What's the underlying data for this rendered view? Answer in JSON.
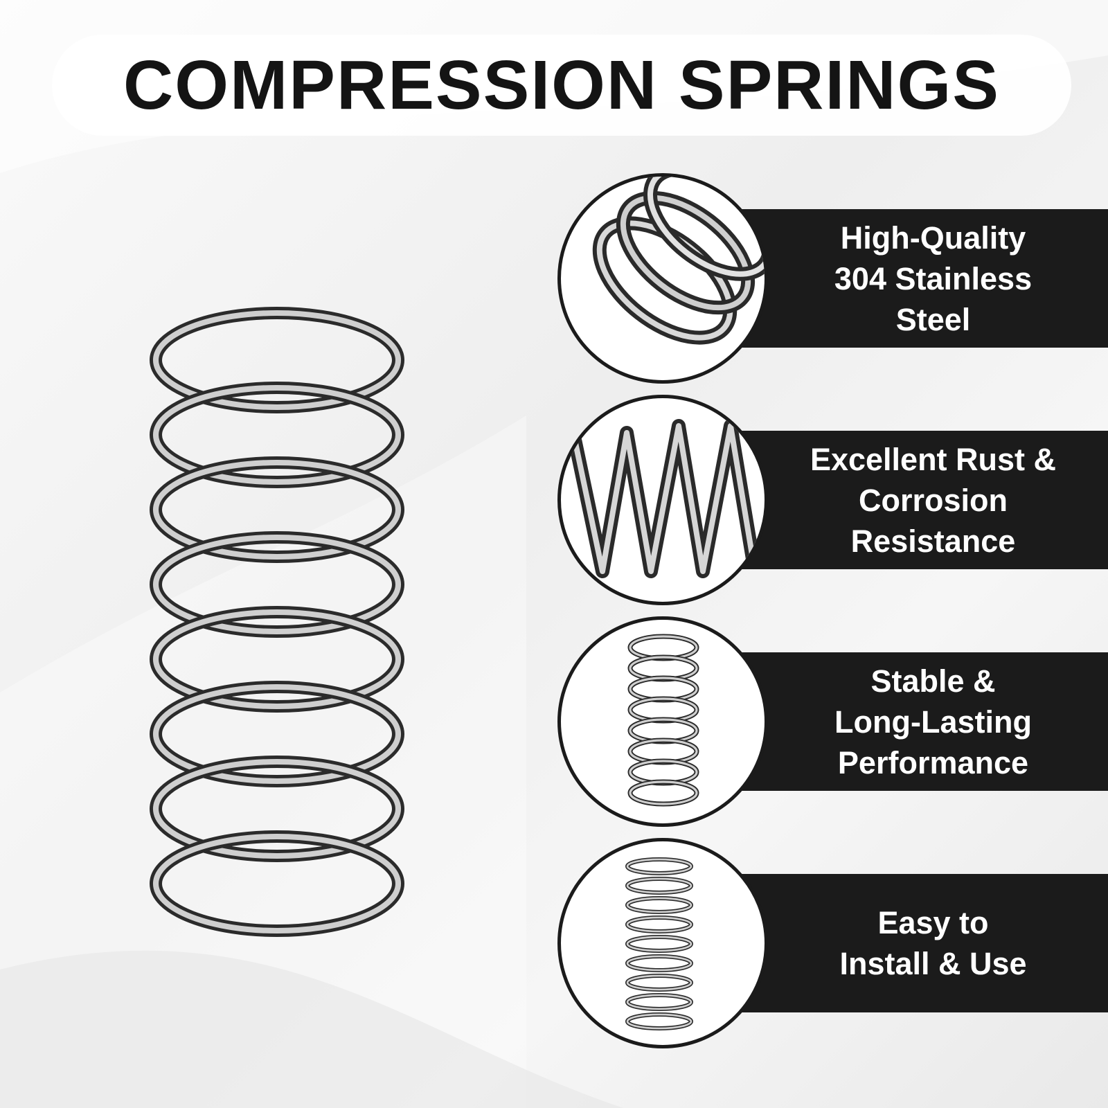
{
  "title": "COMPRESSION SPRINGS",
  "features": [
    {
      "lines": "High-Quality\n304 Stainless\nSteel",
      "icon": "spring-top-closeup-icon"
    },
    {
      "lines": "Excellent Rust &\nCorrosion\nResistance",
      "icon": "spring-side-coils-icon"
    },
    {
      "lines": "Stable &\nLong-Lasting\nPerformance",
      "icon": "spring-full-view-icon"
    },
    {
      "lines": "Easy to\nInstall & Use",
      "icon": "spring-compressed-view-icon"
    }
  ],
  "colors": {
    "band": "#1b1b1b",
    "title_text": "#141414",
    "background": "#f2f2f2"
  }
}
